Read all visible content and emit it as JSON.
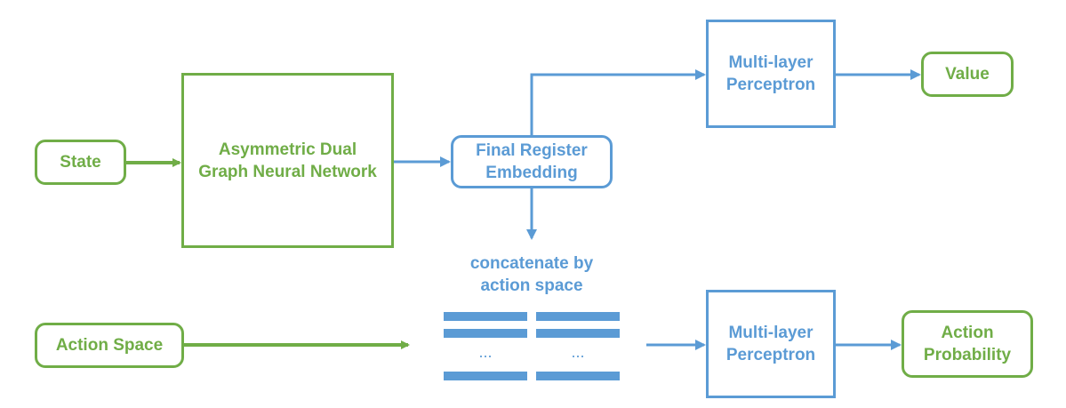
{
  "nodes": {
    "state": "State",
    "action_space": "Action Space",
    "gnn_line1": "Asymmetric Dual",
    "gnn_line2": "Graph Neural Network",
    "embed_line1": "Final Register",
    "embed_line2": "Embedding",
    "mlp_top_line1": "Multi-layer",
    "mlp_top_line2": "Perceptron",
    "mlp_bottom_line1": "Multi-layer",
    "mlp_bottom_line2": "Perceptron",
    "value": "Value",
    "prob_line1": "Action",
    "prob_line2": "Probability"
  },
  "concat": {
    "label_line1": "concatenate by",
    "label_line2": "action space",
    "ellipsis_left": "...",
    "ellipsis_right": "..."
  },
  "colors": {
    "green": "#70ad47",
    "blue": "#5b9bd5"
  }
}
